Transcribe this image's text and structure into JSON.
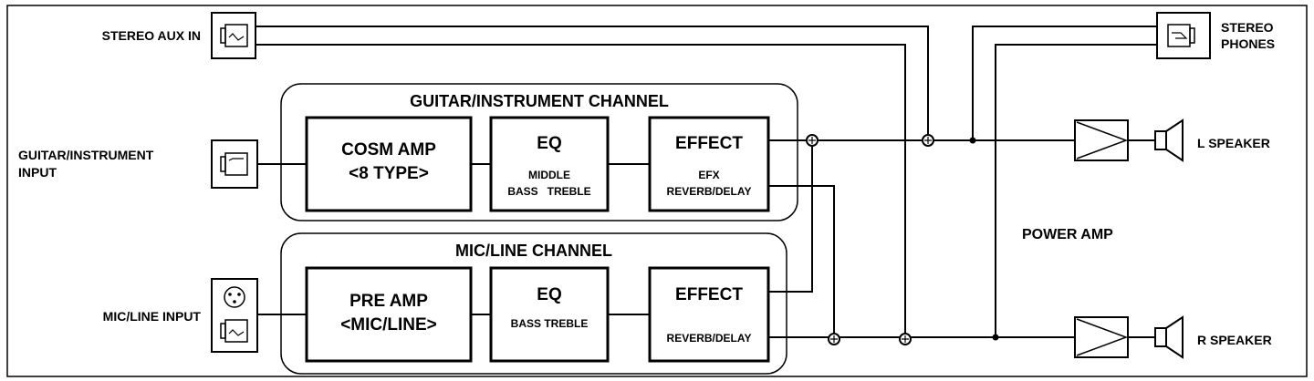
{
  "labels": {
    "stereo_aux_in": "STEREO AUX IN",
    "stereo_phones_1": "STEREO",
    "stereo_phones_2": "PHONES",
    "guitar_input_1": "GUITAR/INSTRUMENT",
    "guitar_input_2": "INPUT",
    "mic_line_input": "MIC/LINE INPUT",
    "power_amp": "POWER AMP",
    "l_speaker": "L  SPEAKER",
    "r_speaker": "R  SPEAKER"
  },
  "guitar_channel": {
    "title": "GUITAR/INSTRUMENT CHANNEL",
    "amp_1": "COSM AMP",
    "amp_2": "<8 TYPE>",
    "eq_title": "EQ",
    "eq_1": "MIDDLE",
    "eq_2": "BASS   TREBLE",
    "effect_title": "EFFECT",
    "effect_1": "EFX",
    "effect_2": "REVERB/DELAY"
  },
  "mic_channel": {
    "title": "MIC/LINE CHANNEL",
    "amp_1": "PRE AMP",
    "amp_2": "<MIC/LINE>",
    "eq_title": "EQ",
    "eq_1": "BASS TREBLE",
    "effect_title": "EFFECT",
    "effect_1": "REVERB/DELAY"
  },
  "icons": [
    "line-jack-icon",
    "xlr-jack-icon",
    "phones-jack-icon",
    "amplifier-icon",
    "speaker-icon",
    "summing-node-icon"
  ]
}
